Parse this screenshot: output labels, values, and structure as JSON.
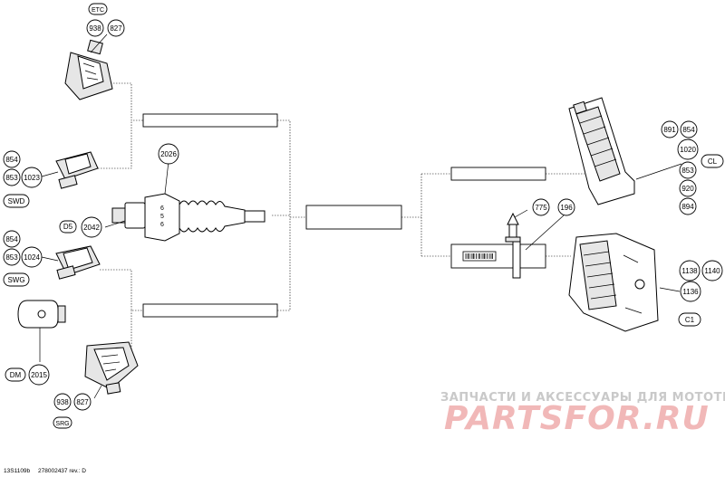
{
  "callouts": {
    "etc": "ETC",
    "p938_top": "938",
    "p827_top": "827",
    "p854_a": "854",
    "p853_a": "853",
    "p1023": "1023",
    "swd": "SWD",
    "p2026": "2026",
    "d5": "D5",
    "p2042": "2042",
    "p854_b": "854",
    "p853_b": "853",
    "p1024": "1024",
    "swg": "SWG",
    "dm": "DM",
    "p2015": "2015",
    "p938_bot": "938",
    "p827_bot": "827",
    "srg": "SRG",
    "p775": "775",
    "p196": "196",
    "p891": "891",
    "p854_c": "854",
    "p1020": "1020",
    "cl": "CL",
    "p853_c": "853",
    "p920": "920",
    "p894": "894",
    "p1138": "1138",
    "p1140": "1140",
    "p1136": "1136",
    "c1": "C1",
    "sensor_marks": "6 5 6"
  },
  "footer": {
    "figure_ref": "13S1109b",
    "part_rev": "278002437 rev.: D"
  },
  "watermark": {
    "line1": "ЗАПЧАСТИ И АКСЕССУАРЫ ДЛЯ МОТОТЕХНИКИ",
    "line2": "PARTSFOR.RU"
  }
}
